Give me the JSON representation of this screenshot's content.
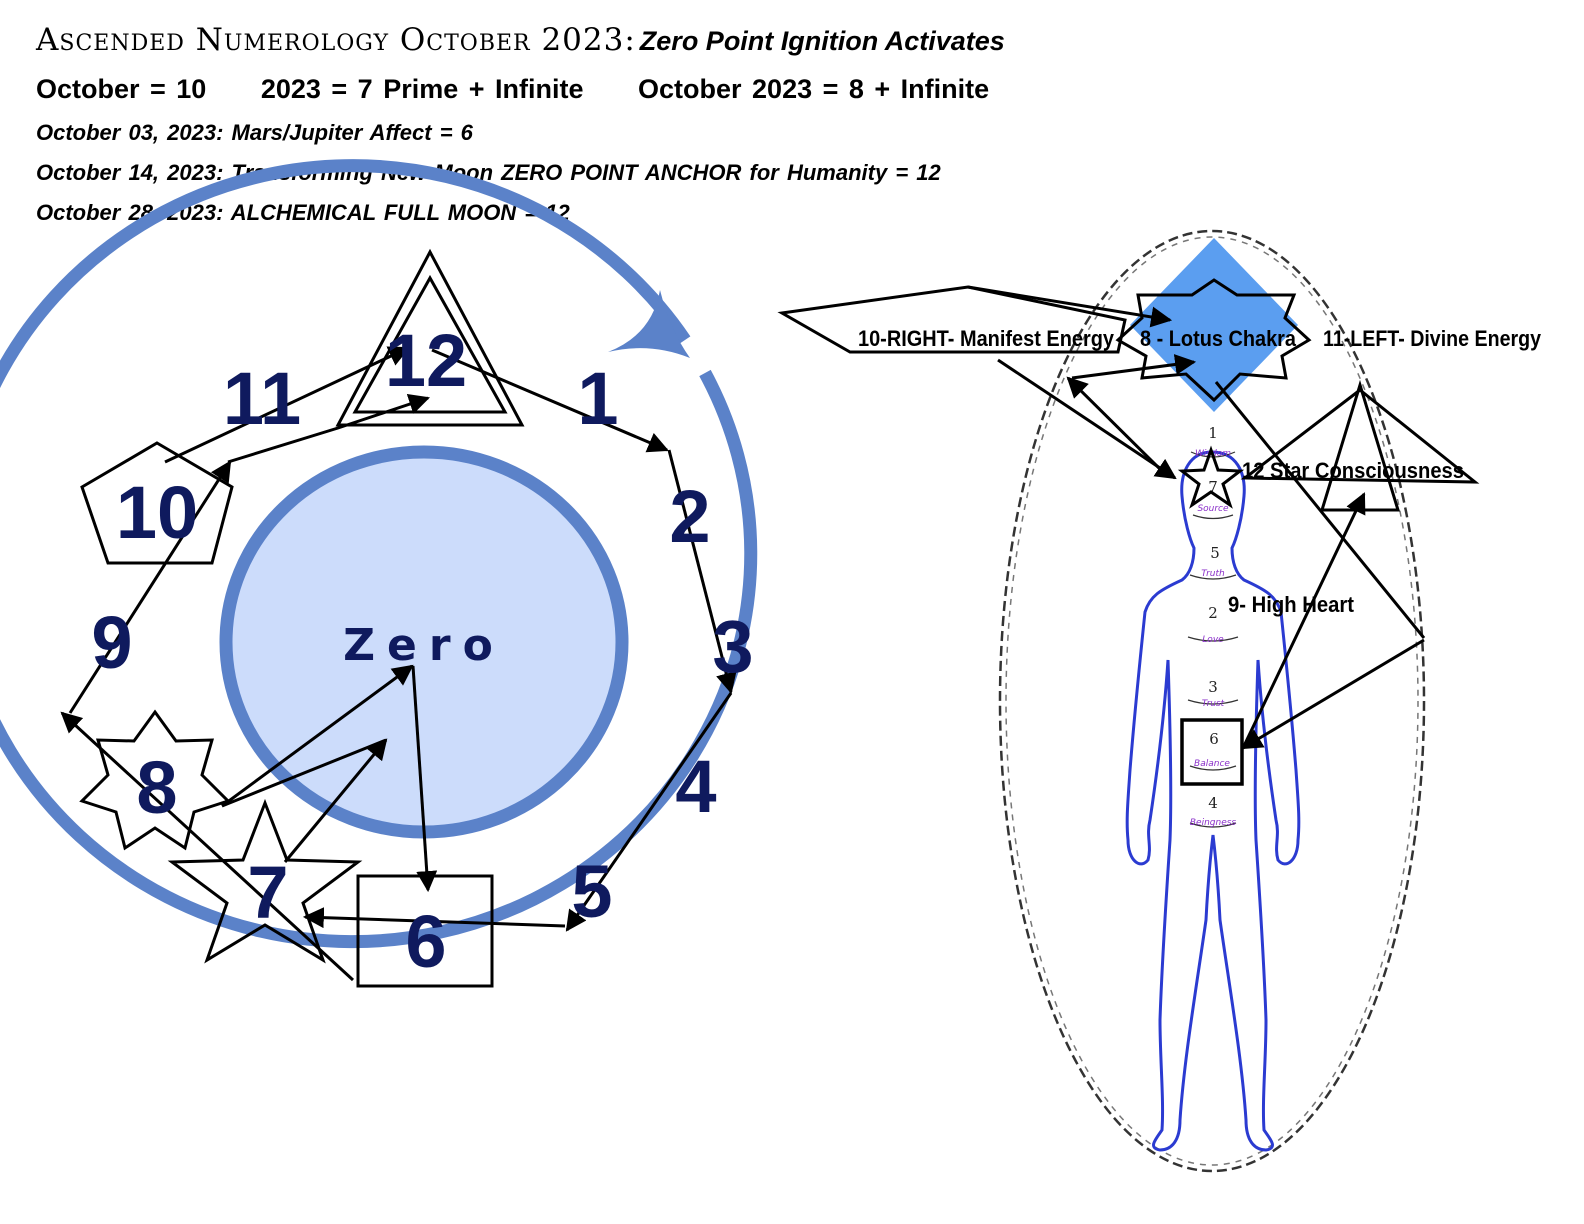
{
  "header": {
    "title_main": "Ascended Numerology October 2023:",
    "title_sub": "Zero Point Ignition Activates",
    "sums": [
      "October = 10",
      "2023 = 7 Prime + Infinite",
      "October 2023 = 8 + Infinite"
    ],
    "dates": [
      "October 03, 2023: Mars/Jupiter Affect = 6",
      "October 14, 2023: Transforming New Moon ZERO POINT ANCHOR for Humanity = 12",
      "October 28, 2023:  ALCHEMICAL FULL MOON = 12"
    ]
  },
  "wheel": {
    "center_label": "Zero",
    "numbers": [
      "12",
      "1",
      "2",
      "3",
      "4",
      "5",
      "6",
      "7",
      "8",
      "9",
      "10",
      "11"
    ]
  },
  "body": {
    "labels": {
      "right": "10-RIGHT- Manifest Energy",
      "lotus": "8 - Lotus Chakra",
      "left": "11-LEFT- Divine Energy",
      "star": "12  Star Consciousness",
      "heart": "9- High Heart"
    },
    "chakras": [
      {
        "num": "1",
        "word": "Wisdom"
      },
      {
        "num": "7",
        "word": "Source"
      },
      {
        "num": "5",
        "word": "Truth"
      },
      {
        "num": "2",
        "word": "Love"
      },
      {
        "num": "3",
        "word": "Trust"
      },
      {
        "num": "6",
        "word": "Balance"
      },
      {
        "num": "4",
        "word": "Beingness"
      }
    ]
  },
  "colors": {
    "ring": "#5b82c9",
    "inner_fill": "#ccdcfb",
    "number": "#0f1a5e",
    "diamond": "#5b9ef0",
    "body_outline": "#2b3bd1"
  }
}
